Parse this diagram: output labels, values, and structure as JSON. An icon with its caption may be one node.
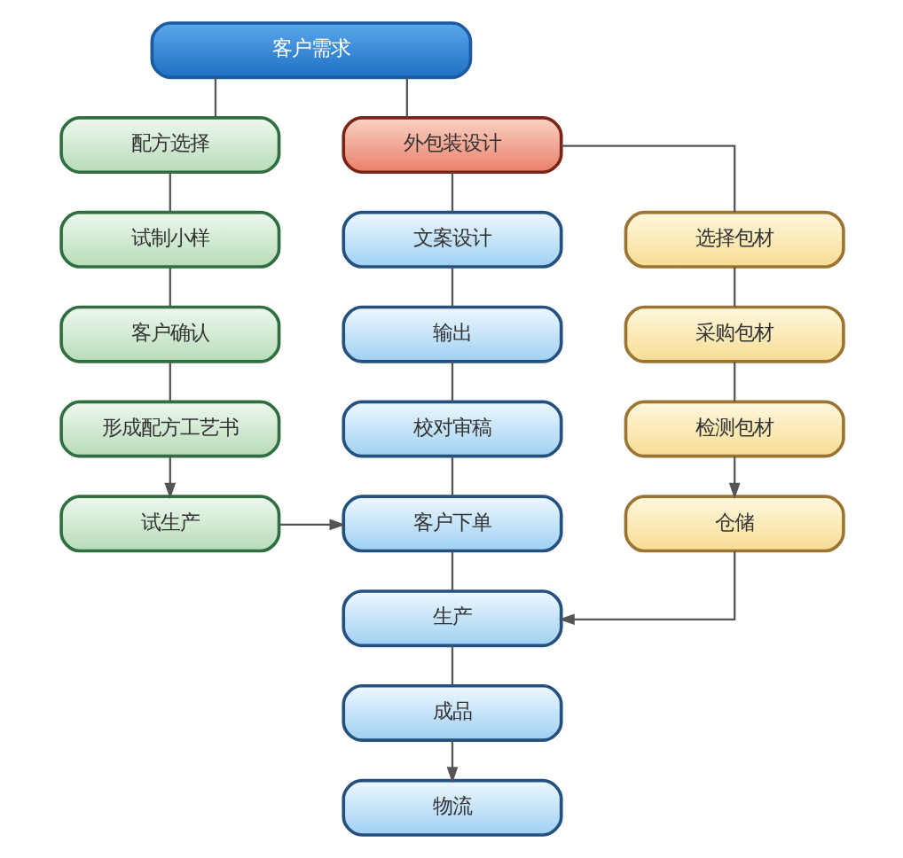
{
  "diagram": {
    "nodes": [
      {
        "text": [
          "客户需求"
        ]
      },
      {
        "text": [
          "外包装设计"
        ]
      },
      {
        "text": [
          "配方选择"
        ]
      },
      {
        "text": [
          "试制小样"
        ]
      },
      {
        "text": [
          "客户确认"
        ]
      },
      {
        "text": [
          "形成配方工艺书"
        ]
      },
      {
        "text": [
          "试生产"
        ]
      },
      {
        "text": [
          "文案设计"
        ]
      },
      {
        "text": [
          "输出"
        ]
      },
      {
        "text": [
          "校对审稿"
        ]
      },
      {
        "text": [
          "客户下单"
        ]
      },
      {
        "text": [
          "生产"
        ]
      },
      {
        "text": [
          "成品"
        ]
      },
      {
        "text": [
          "物流"
        ]
      },
      {
        "text": [
          "选择包材"
        ]
      },
      {
        "text": [
          "采购包材"
        ]
      },
      {
        "text": [
          "检测包材"
        ]
      },
      {
        "text": [
          "仓储"
        ]
      }
    ],
    "edges": [
      {
        "from": 0,
        "to": 2,
        "arrow": "none"
      },
      {
        "from": 0,
        "to": 1,
        "arrow": "none"
      },
      {
        "from": 1,
        "to": 7,
        "arrow": "none"
      },
      {
        "from": 1,
        "to": 14,
        "arrow": "none"
      },
      {
        "from": 2,
        "to": 3,
        "arrow": "none"
      },
      {
        "from": 3,
        "to": 4,
        "arrow": "none"
      },
      {
        "from": 4,
        "to": 5,
        "arrow": "none"
      },
      {
        "from": 5,
        "to": 6,
        "arrow": "to"
      },
      {
        "from": 6,
        "to": 10,
        "arrow": "to"
      },
      {
        "from": 7,
        "to": 8,
        "arrow": "none"
      },
      {
        "from": 8,
        "to": 9,
        "arrow": "none"
      },
      {
        "from": 9,
        "to": 10,
        "arrow": "none"
      },
      {
        "from": 10,
        "to": 11,
        "arrow": "none"
      },
      {
        "from": 11,
        "to": 12,
        "arrow": "none"
      },
      {
        "from": 12,
        "to": 13,
        "arrow": "to"
      },
      {
        "from": 14,
        "to": 15,
        "arrow": "none"
      },
      {
        "from": 15,
        "to": 16,
        "arrow": "none"
      },
      {
        "from": 16,
        "to": 17,
        "arrow": "to"
      },
      {
        "from": 17,
        "to": 11,
        "arrow": "to"
      }
    ]
  }
}
